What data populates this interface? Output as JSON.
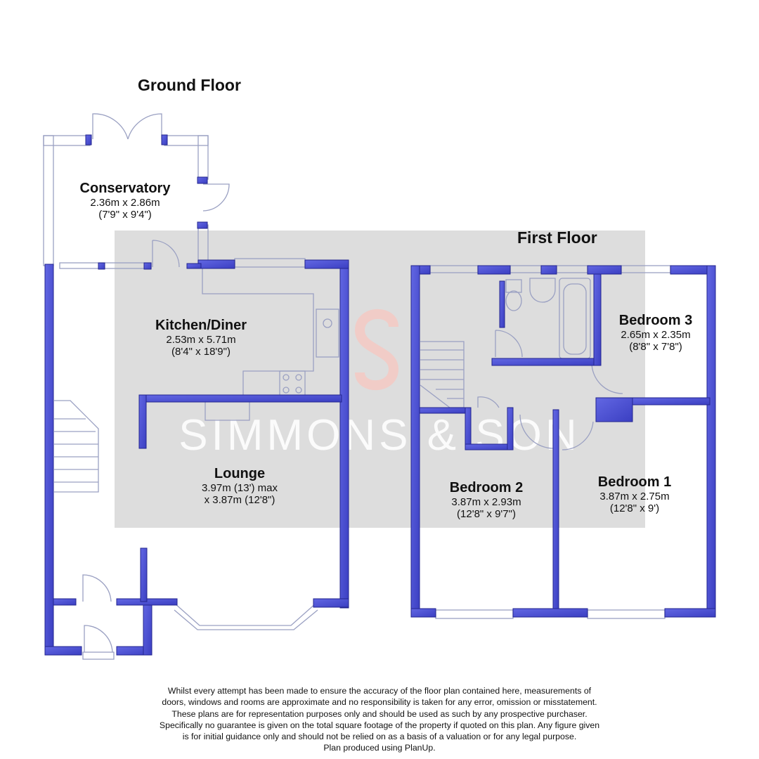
{
  "ground_floor": {
    "title": "Ground Floor",
    "rooms": [
      {
        "name": "Conservatory",
        "dim1": "2.36m x 2.86m",
        "dim2": "(7'9\" x 9'4\")"
      },
      {
        "name": "Kitchen/Diner",
        "dim1": "2.53m x 5.71m",
        "dim2": "(8'4\" x 18'9\")"
      },
      {
        "name": "Lounge",
        "dim1": "3.97m (13') max",
        "dim2": "x 3.87m (12'8\")"
      }
    ]
  },
  "first_floor": {
    "title": "First Floor",
    "rooms": [
      {
        "name": "Bedroom 3",
        "dim1": "2.65m x 2.35m",
        "dim2": "(8'8\" x 7'8\")"
      },
      {
        "name": "Bedroom 2",
        "dim1": "3.87m x 2.93m",
        "dim2": "(12'8\" x 9'7\")"
      },
      {
        "name": "Bedroom 1",
        "dim1": "3.87m x 2.75m",
        "dim2": "(12'8\" x 9')"
      }
    ]
  },
  "watermark": {
    "text": "SIMMONS & SON"
  },
  "disclaimer": [
    "Whilst every attempt has been made to ensure the accuracy of the floor plan contained here, measurements of",
    "doors, windows and rooms are approximate and no responsibility is taken for any error, omission or misstatement.",
    "These plans are for representation purposes only and should be used as such by any prospective purchaser.",
    "Specifically no guarantee is given on the total square footage of the property if quoted on this plan. Any figure given",
    "is for initial guidance only and should not be relied on as a basis of a valuation or for any legal purpose.",
    "Plan produced using PlanUp."
  ],
  "colors": {
    "wall": "#4a4ed0",
    "wall_edge": "#23258f",
    "fixture": "#9aa0c2",
    "watermark_bg": "#d9d9d9",
    "watermark_logo": "#f3c6c0"
  }
}
